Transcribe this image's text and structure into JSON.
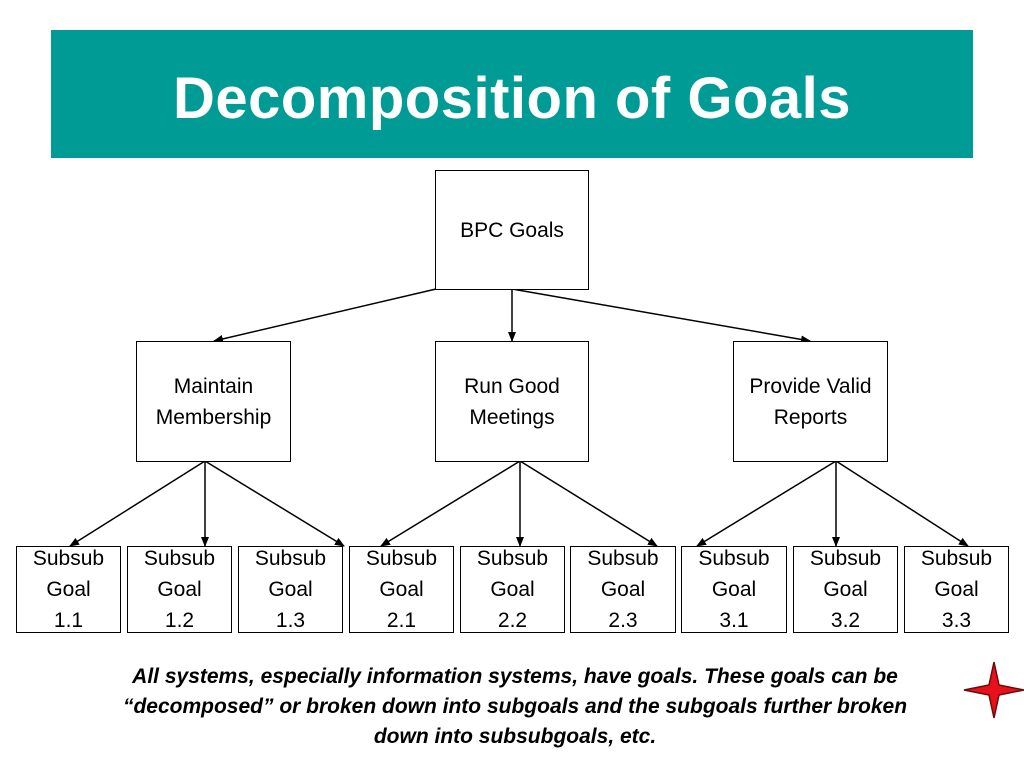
{
  "title": "Decomposition of Goals",
  "colors": {
    "banner": "#009b94",
    "star_fill": "#e8101a",
    "star_edge": "#6e0a0a"
  },
  "diagram": {
    "root": {
      "label": "BPC Goals"
    },
    "goals": [
      {
        "label": "Maintain\nMembership",
        "subgoals": [
          "Subsub\nGoal\n1.1",
          "Subsub\nGoal\n1.2",
          "Subsub\nGoal\n1.3"
        ]
      },
      {
        "label": "Run Good\nMeetings",
        "subgoals": [
          "Subsub\nGoal\n2.1",
          "Subsub\nGoal\n2.2",
          "Subsub\nGoal\n2.3"
        ]
      },
      {
        "label": "Provide Valid\nReports",
        "subgoals": [
          "Subsub\nGoal\n3.1",
          "Subsub\nGoal\n3.2",
          "Subsub\nGoal\n3.3"
        ]
      }
    ]
  },
  "note": "All systems, especially information systems, have goals.  These goals can be “decomposed” or broken down into subgoals and the subgoals further broken down into subsubgoals, etc.",
  "icons": {
    "star": "four-point-star-icon"
  }
}
